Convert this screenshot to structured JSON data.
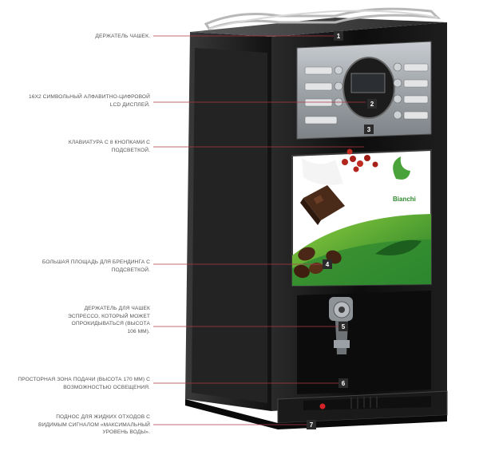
{
  "callouts": [
    {
      "number": "1",
      "lines": [
        "ДЕРЖАТЕЛЬ ЧАШЕК."
      ]
    },
    {
      "number": "2",
      "lines": [
        "16Х2 СИМВОЛЬНЫЙ АЛФАВИТНО-ЦИФРОВОЙ",
        "LCD ДИСПЛЕЙ."
      ]
    },
    {
      "number": "3",
      "lines": [
        "КЛАВИАТУРА С 8 КНОПКАМИ С",
        "ПОДСВЕТКОЙ."
      ]
    },
    {
      "number": "4",
      "lines": [
        "БОЛЬШАЯ ПЛОЩАДЬ ДЛЯ БРЕНДИНГА С",
        "ПОДСВЕТКОЙ."
      ]
    },
    {
      "number": "5",
      "lines": [
        "ДЕРЖАТЕЛЬ ДЛЯ ЧАШЕК",
        "ЭСПРЕССО, КОТОРЫЙ МОЖЕТ",
        "ОПРОКИДЫВАТЬСЯ (высота",
        "106 мм)."
      ]
    },
    {
      "number": "6",
      "lines": [
        "ПРОСТОРНАЯ ЗОНА ПОДАЧИ (высота 170 мм) С",
        "ВОЗМОЖНОСТЬЮ ОСВЕЩЕНИЯ."
      ]
    },
    {
      "number": "7",
      "lines": [
        "ПОДНОС ДЛЯ ЖИДКИХ ОТХОДОВ С",
        "ВИДИМЫМ СИГНАЛОМ «МАКСИМАЛЬНЫЙ",
        "УРОВЕНЬ ВОДЫ»."
      ]
    }
  ],
  "brand": {
    "name": "Bianchi"
  },
  "colors": {
    "callout_line": "#b23a4a",
    "badge": "#2b2b2b",
    "machine_body": "#161616",
    "brand_green": "#2f8a2f"
  }
}
